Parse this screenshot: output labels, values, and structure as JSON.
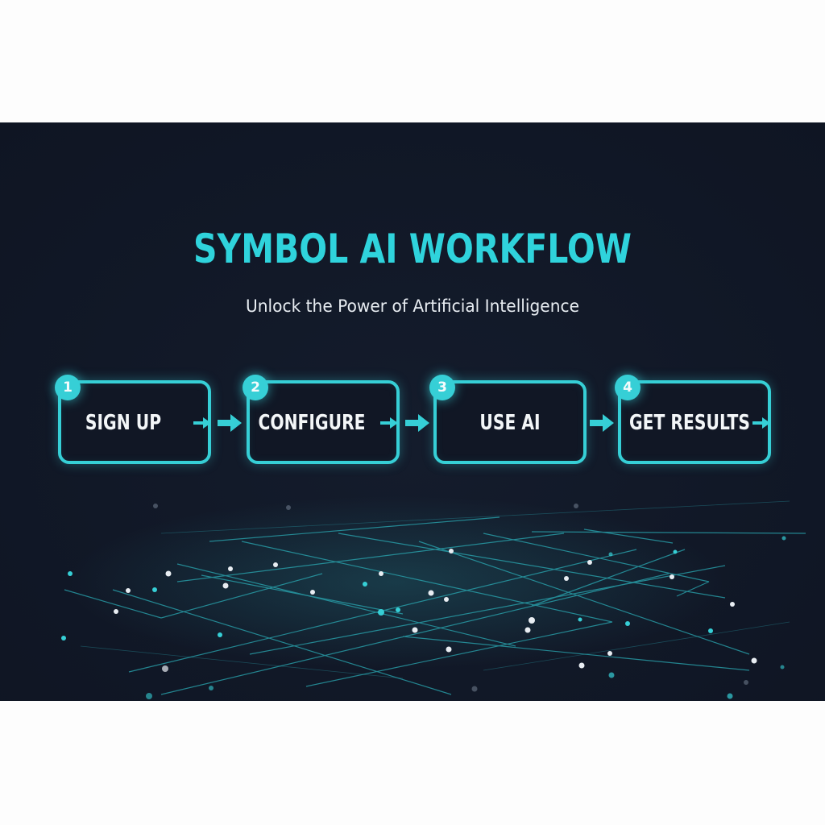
{
  "header": {
    "title": "SYMBOL AI WORKFLOW",
    "subtitle": "Unlock the Power of Artificial Intelligence"
  },
  "colors": {
    "accent": "#36cfd6",
    "title": "#2fd3dc",
    "panel_bg": "#111827",
    "page_bg": "#fdfdfd",
    "text": "#f3f6f8"
  },
  "steps": [
    {
      "number": "1",
      "label": "SIGN UP",
      "icon": "arrow-right-icon"
    },
    {
      "number": "2",
      "label": "CONFIGURE",
      "icon": "arrow-right-icon"
    },
    {
      "number": "3",
      "label": "USE AI",
      "icon": null
    },
    {
      "number": "4",
      "label": "GET RESULTS",
      "icon": "arrow-right-icon"
    }
  ],
  "connectors": [
    {
      "icon": "arrow-right-icon"
    },
    {
      "icon": "arrow-right-icon"
    },
    {
      "icon": "arrow-right-icon"
    }
  ],
  "decoration": {
    "icon": "network-grid-graphic"
  }
}
